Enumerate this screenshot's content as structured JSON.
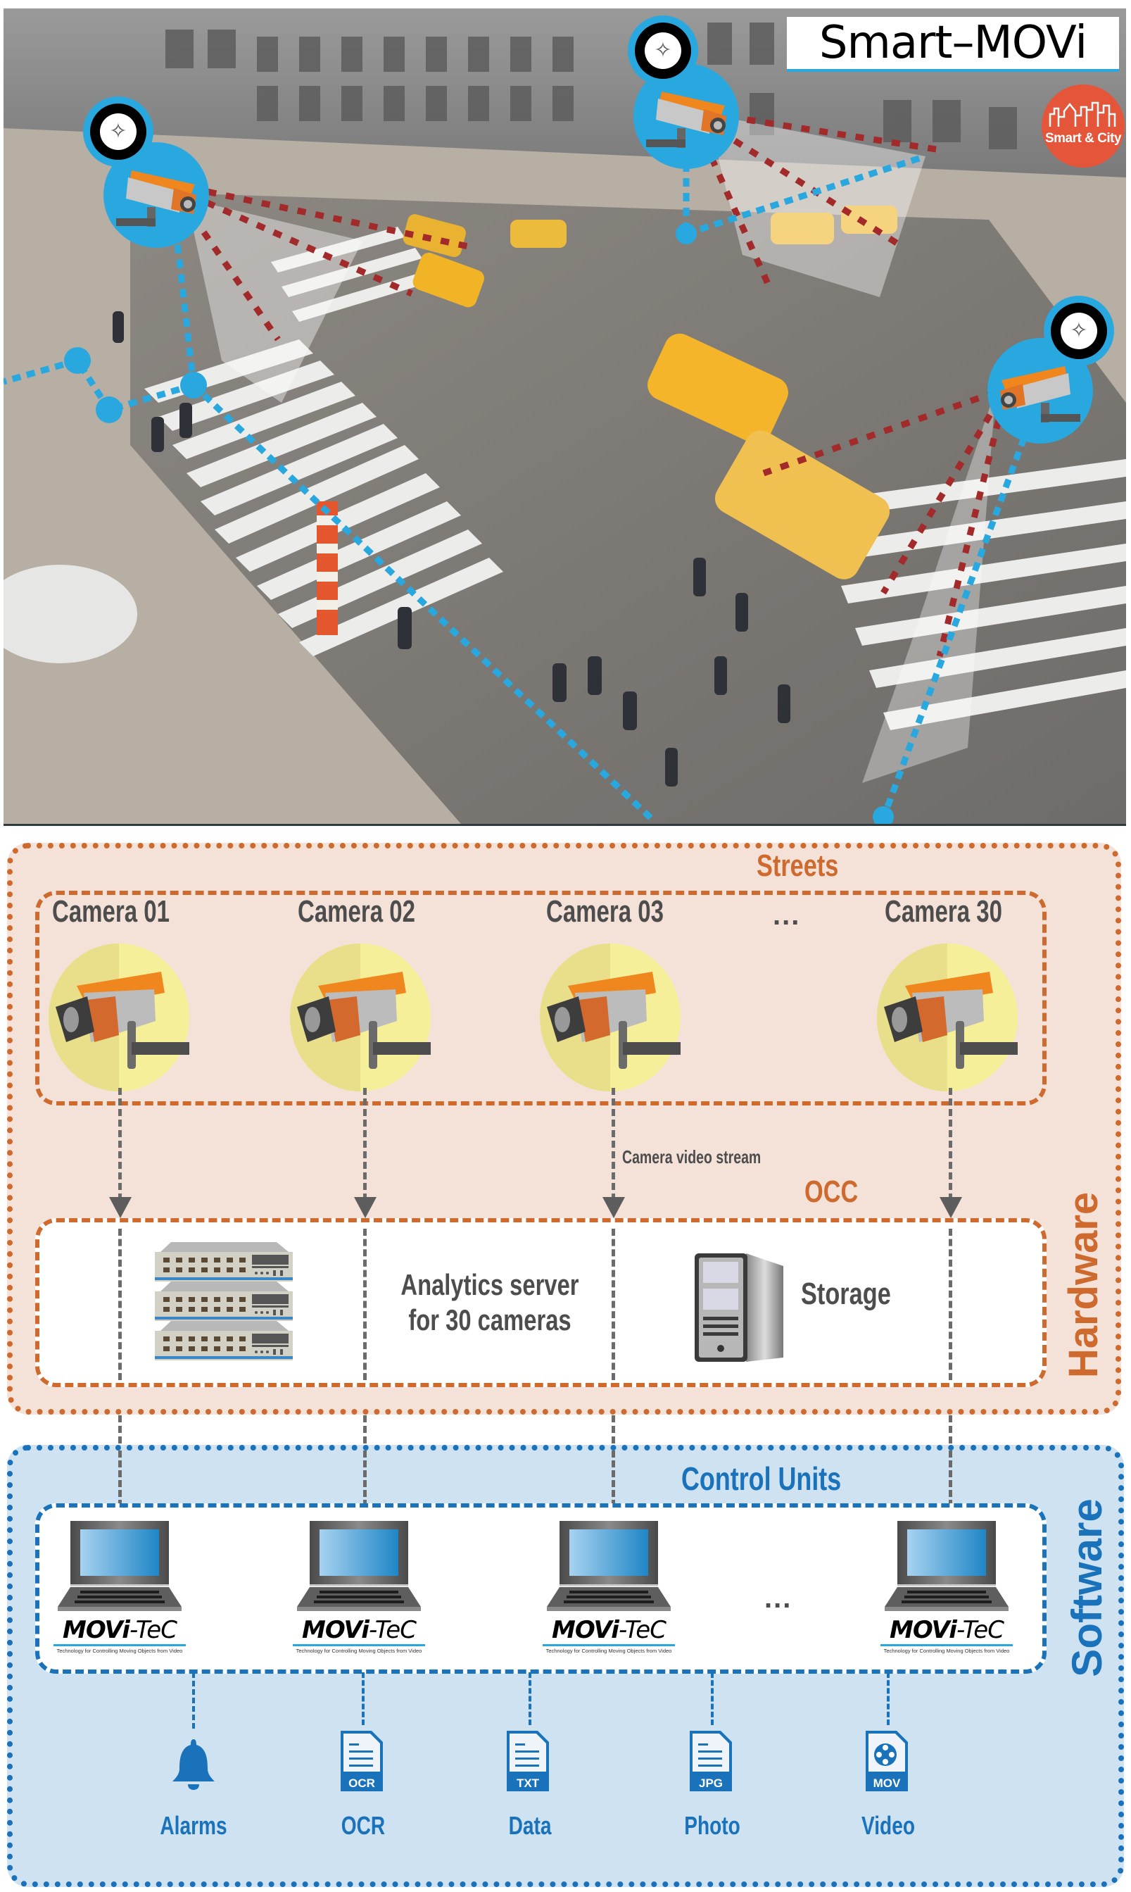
{
  "header": {
    "logo_text": "Smart–MOVi",
    "badge_text": "Smart & City"
  },
  "photo": {
    "description": "Stylized aerial photo of a city street intersection with yellow taxis, pedestrians and crosswalks",
    "camera_markers": [
      {
        "name": "left-camera-marker"
      },
      {
        "name": "top-center-camera-marker"
      },
      {
        "name": "right-camera-marker"
      }
    ]
  },
  "hardware": {
    "section_label": "Hardware",
    "streets": {
      "title": "Streets",
      "cameras": [
        {
          "label": "Camera 01"
        },
        {
          "label": "Camera 02"
        },
        {
          "label": "Camera 03"
        },
        {
          "label": "Camera 30"
        }
      ],
      "ellipsis": "..."
    },
    "stream_label": "Camera video stream",
    "occ": {
      "title": "OCC",
      "server_label_line1": "Analytics server",
      "server_label_line2": "for 30 cameras",
      "storage_label": "Storage"
    }
  },
  "software": {
    "section_label": "Software",
    "control_units": {
      "title": "Control Units",
      "ellipsis": "...",
      "units": [
        {
          "brand_bold": "MOVi",
          "brand_rest": "-TeC",
          "tagline": "Technology for Controlling Moving Objects from Video"
        },
        {
          "brand_bold": "MOVi",
          "brand_rest": "-TeC",
          "tagline": "Technology for Controlling Moving Objects from Video"
        },
        {
          "brand_bold": "MOVi",
          "brand_rest": "-TeC",
          "tagline": "Technology for Controlling Moving Objects from Video"
        },
        {
          "brand_bold": "MOVi",
          "brand_rest": "-TeC",
          "tagline": "Technology for Controlling Moving Objects from Video"
        }
      ]
    },
    "outputs": [
      {
        "label": "Alarms",
        "icon": "bell-icon"
      },
      {
        "label": "OCR",
        "icon": "file-icon",
        "badge": "OCR"
      },
      {
        "label": "Data",
        "icon": "file-icon",
        "badge": "TXT"
      },
      {
        "label": "Photo",
        "icon": "file-icon",
        "badge": "JPG"
      },
      {
        "label": "Video",
        "icon": "video-file-icon",
        "badge": "MOV"
      }
    ]
  },
  "colors": {
    "hardware_accent": "#cf6a2f",
    "hardware_bg": "#f4e1d8",
    "software_accent": "#1a72bb",
    "software_bg": "#cfe2f2",
    "camera_marker_blue": "#29a7df",
    "camera_orange": "#f0861e",
    "camera_spot_yellow": "#f6ef9a",
    "heading_gray": "#4d4d4d",
    "fov_line_red": "#a32a2a",
    "badge_red": "#e5553a"
  }
}
